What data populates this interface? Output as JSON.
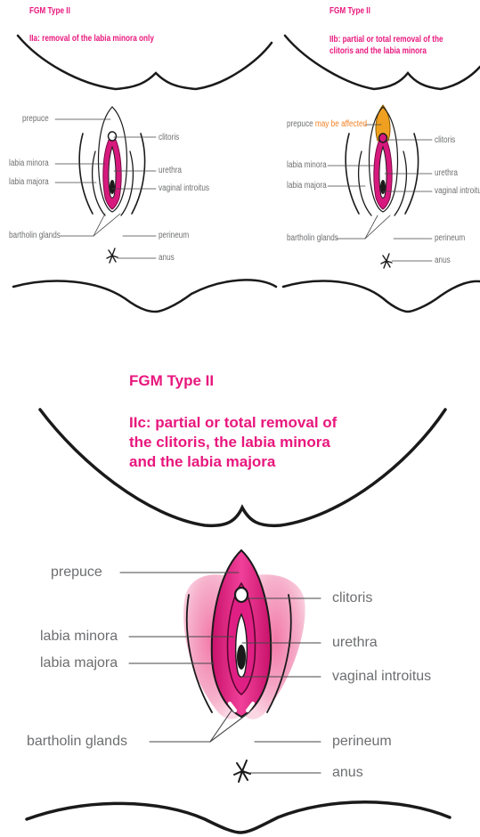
{
  "panel_a": {
    "title": "FGM Type II",
    "subtitle": "IIa: removal of the labia minora only",
    "labels": {
      "prepuce": "prepuce",
      "clitoris": "clitoris",
      "labia_minora": "labia minora",
      "urethra": "urethra",
      "labia_majora": "labia majora",
      "vaginal_introitus": "vaginal introitus",
      "bartholin_glands": "bartholin glands",
      "perineum": "perineum",
      "anus": "anus"
    }
  },
  "panel_b": {
    "title": "FGM Type II",
    "subtitle": "IIb: partial or total removal of the clitoris and the labia minora",
    "labels": {
      "prepuce": "prepuce",
      "prepuce_note": "may be affected",
      "clitoris": "clitoris",
      "labia_minora": "labia minora",
      "urethra": "urethra",
      "labia_majora": "labia majora",
      "vaginal_introitus": "vaginal introitu",
      "bartholin_glands": "bartholin glands",
      "perineum": "perineum",
      "anus": "anus"
    }
  },
  "panel_c": {
    "title": "FGM Type II",
    "subtitle": "IIc: partial or total removal of the clitoris, the labia minora and the labia majora",
    "labels": {
      "prepuce": "prepuce",
      "clitoris": "clitoris",
      "labia_minora": "labia minora",
      "urethra": "urethra",
      "labia_majora": "labia majora",
      "vaginal_introitus": "vaginal introitus",
      "bartholin_glands": "bartholin glands",
      "perineum": "perineum",
      "anus": "anus"
    }
  },
  "colors": {
    "accent_magenta": "#e8177d",
    "affected_orange": "#f0a020",
    "label_gray": "#6d6e70",
    "outline": "#1a1a1a",
    "labia_majora_pink": "#f4a3c4"
  }
}
